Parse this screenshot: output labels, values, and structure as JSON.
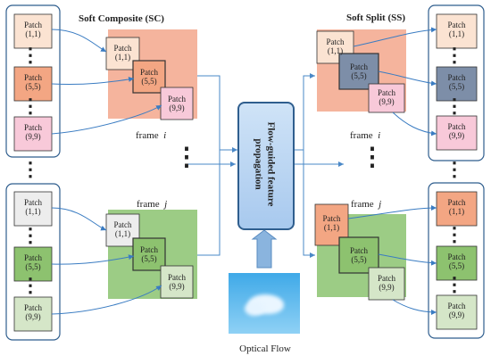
{
  "titles": {
    "sc": "Soft Composite (SC)",
    "ss": "Soft Split (SS)"
  },
  "frames": {
    "i_word": "frame",
    "i_var": "i",
    "j_word": "frame",
    "j_var": "j"
  },
  "flow_label_line1": "Flow-guided  feature",
  "flow_label_line2": "propagation",
  "optical_label": "Optical Flow",
  "patch_word": "Patch",
  "patches": {
    "p11": "(1,1)",
    "p55": "(5,5)",
    "p99": "(9,9)"
  },
  "colors": {
    "sc_frame_i": "#f5b49d",
    "sc_frame_j": "#9ccc85",
    "ss_frame_i": "#f5b49d",
    "ss_frame_j": "#9ccc85",
    "patch_peach": "#fbe3d2",
    "patch_orange": "#f3a683",
    "patch_pink": "#f8c9d9",
    "patch_grey": "#ededed",
    "patch_green": "#8dc26f",
    "patch_lightgreen": "#d5e6c8",
    "patch_slate": "#7d8ea8",
    "arrow": "#3a7cc2"
  }
}
